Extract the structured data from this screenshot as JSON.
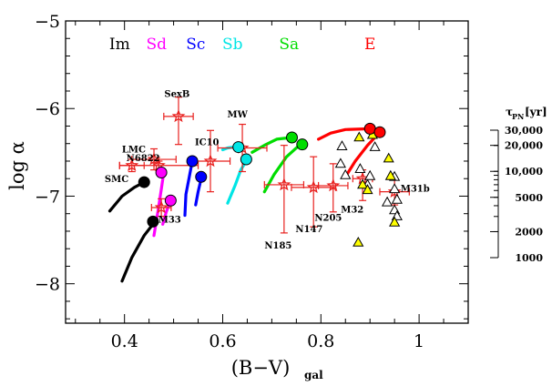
{
  "chart_data": {
    "type": "scatter",
    "xlabel_main": "(B−V)",
    "xlabel_sub": "gal",
    "ylabel": "log α",
    "xlim": [
      0.28,
      1.1
    ],
    "ylim": [
      -8.45,
      -5.0
    ],
    "x_ticks": [
      "0.4",
      "0.6",
      "0.8",
      "1"
    ],
    "y_ticks": [
      "−5",
      "−6",
      "−7",
      "−8"
    ],
    "type_labels": [
      {
        "text": "Im",
        "x": 0.39,
        "color": "#000000"
      },
      {
        "text": "Sd",
        "x": 0.465,
        "color": "#ff00ff"
      },
      {
        "text": "Sc",
        "x": 0.545,
        "color": "#0000ff"
      },
      {
        "text": "Sb",
        "x": 0.62,
        "color": "#00e5e5"
      },
      {
        "text": "Sa",
        "x": 0.735,
        "color": "#00dd00"
      },
      {
        "text": "E",
        "x": 0.9,
        "color": "#ff0000"
      }
    ],
    "model_tracks": [
      {
        "color": "#000000",
        "points": [
          [
            0.395,
            -7.97
          ],
          [
            0.415,
            -7.7
          ],
          [
            0.44,
            -7.45
          ],
          [
            0.465,
            -7.27
          ]
        ]
      },
      {
        "color": "#000000",
        "points": [
          [
            0.37,
            -7.17
          ],
          [
            0.395,
            -7.0
          ],
          [
            0.42,
            -6.9
          ],
          [
            0.44,
            -6.84
          ]
        ]
      },
      {
        "color": "#ff00ff",
        "points": [
          [
            0.46,
            -7.45
          ],
          [
            0.468,
            -7.18
          ],
          [
            0.475,
            -6.92
          ],
          [
            0.48,
            -6.73
          ]
        ]
      },
      {
        "color": "#ff00ff",
        "points": [
          [
            0.478,
            -7.32
          ],
          [
            0.485,
            -7.18
          ],
          [
            0.494,
            -7.05
          ]
        ]
      },
      {
        "color": "#0000ff",
        "points": [
          [
            0.523,
            -7.22
          ],
          [
            0.525,
            -6.98
          ],
          [
            0.532,
            -6.78
          ],
          [
            0.538,
            -6.6
          ]
        ]
      },
      {
        "color": "#0000ff",
        "points": [
          [
            0.545,
            -7.1
          ],
          [
            0.55,
            -6.95
          ],
          [
            0.557,
            -6.78
          ]
        ]
      },
      {
        "color": "#00e5e5",
        "points": [
          [
            0.61,
            -7.08
          ],
          [
            0.625,
            -6.88
          ],
          [
            0.637,
            -6.7
          ],
          [
            0.65,
            -6.58
          ]
        ]
      },
      {
        "color": "#00e5e5",
        "points": [
          [
            0.6,
            -6.47
          ],
          [
            0.61,
            -6.45
          ],
          [
            0.622,
            -6.44
          ],
          [
            0.632,
            -6.44
          ]
        ]
      },
      {
        "color": "#00dd00",
        "points": [
          [
            0.685,
            -6.95
          ],
          [
            0.705,
            -6.75
          ],
          [
            0.73,
            -6.55
          ],
          [
            0.76,
            -6.4
          ]
        ]
      },
      {
        "color": "#00dd00",
        "points": [
          [
            0.66,
            -6.5
          ],
          [
            0.685,
            -6.42
          ],
          [
            0.71,
            -6.35
          ],
          [
            0.74,
            -6.33
          ]
        ]
      },
      {
        "color": "#ff0000",
        "points": [
          [
            0.85,
            -6.78
          ],
          [
            0.87,
            -6.6
          ],
          [
            0.895,
            -6.42
          ],
          [
            0.92,
            -6.27
          ]
        ]
      },
      {
        "color": "#ff0000",
        "points": [
          [
            0.795,
            -6.35
          ],
          [
            0.82,
            -6.28
          ],
          [
            0.85,
            -6.24
          ],
          [
            0.9,
            -6.23
          ]
        ]
      }
    ],
    "model_endpoints": [
      {
        "x": 0.44,
        "y": -6.84,
        "color": "#000000"
      },
      {
        "x": 0.458,
        "y": -7.29,
        "color": "#000000"
      },
      {
        "x": 0.475,
        "y": -6.73,
        "color": "#ff00ff"
      },
      {
        "x": 0.494,
        "y": -7.05,
        "color": "#ff00ff"
      },
      {
        "x": 0.538,
        "y": -6.6,
        "color": "#0000ff"
      },
      {
        "x": 0.556,
        "y": -6.78,
        "color": "#0000ff"
      },
      {
        "x": 0.632,
        "y": -6.44,
        "color": "#00e5e5"
      },
      {
        "x": 0.648,
        "y": -6.58,
        "color": "#00e5e5"
      },
      {
        "x": 0.741,
        "y": -6.33,
        "color": "#00dd00"
      },
      {
        "x": 0.762,
        "y": -6.41,
        "color": "#00dd00"
      },
      {
        "x": 0.9,
        "y": -6.23,
        "color": "#ff0000"
      },
      {
        "x": 0.92,
        "y": -6.27,
        "color": "#ff0000"
      }
    ],
    "galaxies": [
      {
        "name": "SexB",
        "x": 0.51,
        "y": -6.09,
        "xerr": 0.03,
        "yerr": [
          0.22,
          0.32
        ],
        "label_x": 0.507,
        "label_y": -5.87
      },
      {
        "name": "LMC",
        "x": 0.46,
        "y": -6.58,
        "xerr": 0.045,
        "yerr": [
          0.12,
          0.12
        ],
        "label_x": 0.419,
        "label_y": -6.5
      },
      {
        "name": "N6822",
        "x": 0.47,
        "y": -6.65,
        "xerr": 0.08,
        "yerr": [
          0.05,
          0.05
        ],
        "label_x": 0.438,
        "label_y": -6.6
      },
      {
        "name": "SMC",
        "x": 0.415,
        "y": -6.65,
        "xerr": 0.025,
        "yerr": [
          0.07,
          0.07
        ],
        "label_x": 0.384,
        "label_y": -6.84
      },
      {
        "name": "IC10",
        "x": 0.575,
        "y": -6.6,
        "xerr": 0.04,
        "yerr": [
          0.35,
          0.35
        ],
        "label_x": 0.568,
        "label_y": -6.42
      },
      {
        "name": "MW",
        "x": 0.64,
        "y": -6.45,
        "xerr": 0.05,
        "yerr": [
          0.27,
          0.27
        ],
        "label_x": 0.63,
        "label_y": -6.1
      },
      {
        "name": "M33",
        "x": 0.475,
        "y": -7.13,
        "xerr": 0.02,
        "yerr": [
          0.1,
          0.1
        ],
        "label_x": 0.492,
        "label_y": -7.3
      },
      {
        "name": "N185",
        "x": 0.725,
        "y": -6.87,
        "xerr": 0.04,
        "yerr": [
          0.45,
          0.55
        ],
        "label_x": 0.713,
        "label_y": -7.6
      },
      {
        "name": "N147",
        "x": 0.785,
        "y": -6.9,
        "xerr": 0.045,
        "yerr": [
          0.35,
          0.45
        ],
        "label_x": 0.776,
        "label_y": -7.41
      },
      {
        "name": "N205",
        "x": 0.825,
        "y": -6.88,
        "xerr": 0.03,
        "yerr": [
          0.25,
          0.3
        ],
        "label_x": 0.815,
        "label_y": -7.28
      },
      {
        "name": "M32",
        "x": 0.885,
        "y": -6.8,
        "xerr": 0.02,
        "yerr": [
          0.1,
          0.25
        ],
        "label_x": 0.864,
        "label_y": -7.19
      },
      {
        "name": "M31b",
        "x": 0.95,
        "y": -6.95,
        "xerr": 0.03,
        "yerr": [
          0.15,
          0.15
        ],
        "label_x": 0.992,
        "label_y": -6.95
      }
    ],
    "triangles_open": [
      [
        0.843,
        -6.43
      ],
      [
        0.84,
        -6.63
      ],
      [
        0.85,
        -6.76
      ],
      [
        0.88,
        -6.69
      ],
      [
        0.9,
        -6.77
      ],
      [
        0.91,
        -6.44
      ],
      [
        0.895,
        -6.87
      ],
      [
        0.935,
        -7.07
      ],
      [
        0.95,
        -6.78
      ],
      [
        0.95,
        -6.92
      ],
      [
        0.955,
        -7.04
      ],
      [
        0.95,
        -7.16
      ],
      [
        0.955,
        -7.23
      ]
    ],
    "triangles_filled": [
      [
        0.878,
        -6.33
      ],
      [
        0.938,
        -6.57
      ],
      [
        0.942,
        -6.77
      ],
      [
        0.905,
        -6.3
      ],
      [
        0.95,
        -7.3
      ],
      [
        0.876,
        -7.53
      ],
      [
        0.885,
        -6.87
      ],
      [
        0.895,
        -6.93
      ]
    ],
    "tau_axis": {
      "title_main": "τ",
      "title_sub": "PN",
      "title_unit": "[yr]",
      "ticks": [
        {
          "label": "30,000",
          "value": 30000
        },
        {
          "label": "20,000",
          "value": 20000
        },
        {
          "label": "10,000",
          "value": 10000
        },
        {
          "label": "5000",
          "value": 5000
        },
        {
          "label": "2000",
          "value": 2000
        },
        {
          "label": "1000",
          "value": 1000
        }
      ]
    }
  }
}
